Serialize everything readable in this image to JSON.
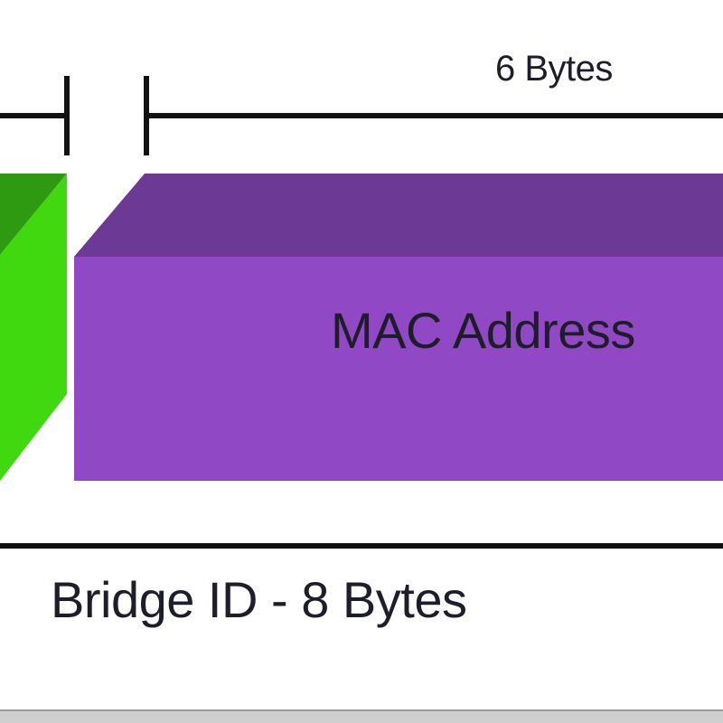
{
  "diagram": {
    "field_size_label": "6 Bytes",
    "field_name": "MAC Address",
    "total_label": "Bridge ID - 8 Bytes"
  },
  "colors": {
    "green_front": "#40d80f",
    "green_top": "#2e9a12",
    "purple_front": "#9048c4",
    "purple_top": "#6c3a94",
    "line": "#111111",
    "background": "#ffffff"
  }
}
